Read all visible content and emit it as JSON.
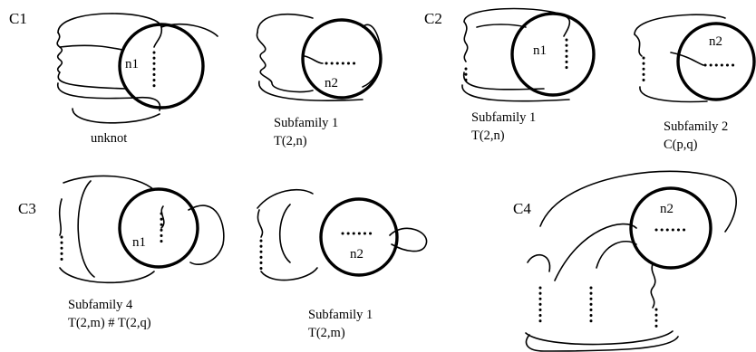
{
  "panels": [
    {
      "label": "C1",
      "circle_label": "n1",
      "captions": [
        "unknot"
      ]
    },
    {
      "circle_label": "n2",
      "captions": [
        "Subfamily 1",
        "T(2,n)"
      ]
    },
    {
      "label": "C2",
      "circle_label": "n1",
      "captions": [
        "Subfamily 1",
        "T(2,n)"
      ]
    },
    {
      "circle_label": "n2",
      "captions": [
        "Subfamily 2",
        "C(p,q)"
      ]
    },
    {
      "label": "C3",
      "circle_label": "n1",
      "captions": [
        "Subfamily 4",
        "T(2,m) # T(2,q)"
      ]
    },
    {
      "circle_label": "n2",
      "captions": [
        "Subfamily 1",
        "T(2,m)"
      ]
    },
    {
      "label": "C4",
      "circle_label": "n2",
      "captions": []
    }
  ]
}
